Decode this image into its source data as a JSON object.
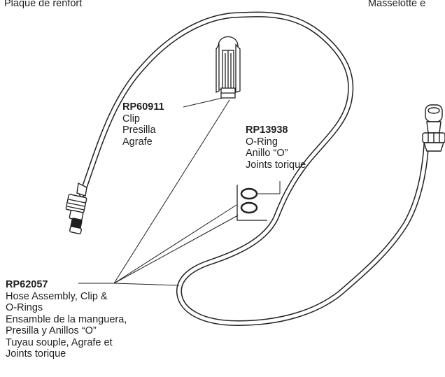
{
  "top_left_label": "Plaque de renfort",
  "top_right_label": "Masselotte e",
  "callouts": {
    "clip": {
      "part_number": "RP60911",
      "lines": [
        "Clip",
        "Presilla",
        "Agrafe"
      ]
    },
    "o_ring": {
      "part_number": "RP13938",
      "lines": [
        "O-Ring",
        "Anillo “O”",
        "Joints torique"
      ]
    },
    "hose_assembly": {
      "part_number": "RP62057",
      "lines": [
        "Hose Assembly, Clip &",
        "O-Rings",
        "Ensamble de la manguera,",
        "Presilla y Anillos “O”",
        "Tuyau souple, Agrafe et",
        "Joints torique"
      ]
    }
  }
}
